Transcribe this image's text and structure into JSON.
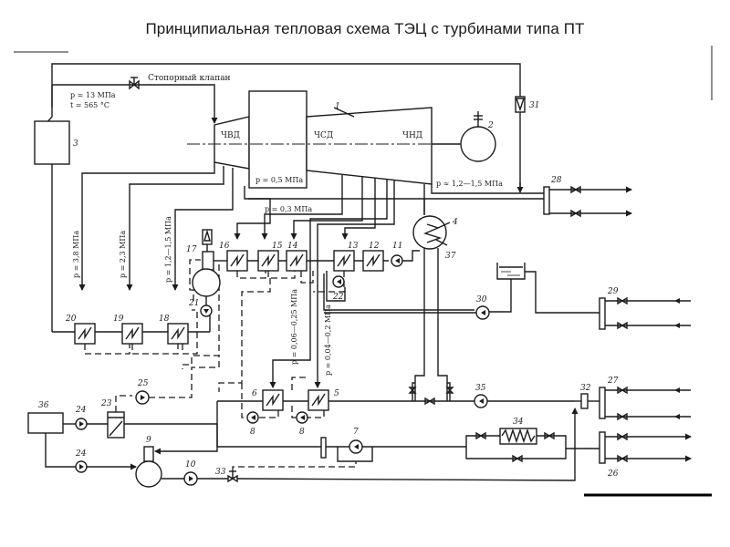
{
  "title": "Принципиальная тепловая схема ТЭЦ с турбинами типа ПТ",
  "steam_line": {
    "valve_label": "Стопорный клапан",
    "pressure": "p = 13 МПа",
    "temperature": "t = 565 °C"
  },
  "turbine": {
    "sections": {
      "hp": "ЧВД",
      "ip": "ЧСД",
      "lp": "ЧНД"
    }
  },
  "extractions": {
    "p05": "p = 0,5 МПа",
    "p03": "p = 0,3 МПа",
    "p12_15_industrial": "p ≈ 1,2—1,5 МПа",
    "p38": "p = 3,8 МПа",
    "p23": "p = 2,3 МПа",
    "p12_15": "p = 1,2—1,5 МПа",
    "p006_025": "p = 0,06—0,25 МПа",
    "p004_02": "p = 0,04—0,2 МПа"
  },
  "components": {
    "c1": "1",
    "c2": "2",
    "c3": "3",
    "c4": "4",
    "c5": "5",
    "c6": "6",
    "c7": "7",
    "c8a": "8",
    "c8b": "8",
    "c9": "9",
    "c10": "10",
    "c11": "11",
    "c12": "12",
    "c13": "13",
    "c14": "14",
    "c15": "15",
    "c16": "16",
    "c17": "17",
    "c18": "18",
    "c19": "19",
    "c20": "20",
    "c21": "21",
    "c22": "22",
    "c23": "23",
    "c24a": "24",
    "c24b": "24",
    "c25": "25",
    "c26": "26",
    "c27": "27",
    "c28": "28",
    "c29": "29",
    "c30": "30",
    "c31": "31",
    "c32": "32",
    "c33": "33",
    "c34": "34",
    "c35": "35",
    "c36": "36",
    "c37": "37"
  }
}
